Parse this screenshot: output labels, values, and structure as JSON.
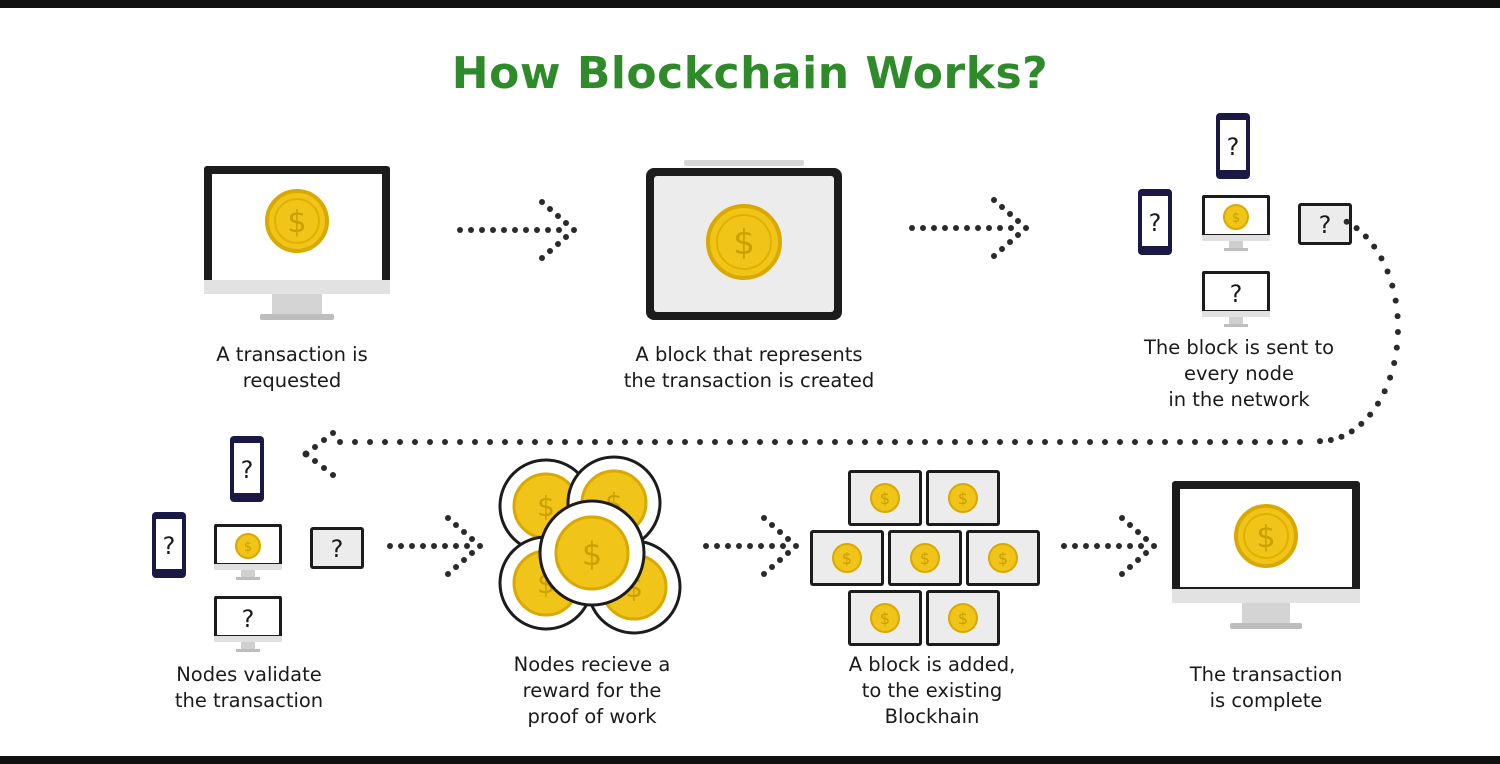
{
  "title": "How Blockchain Works?",
  "colors": {
    "title": "#2f8a2a",
    "coin": "#f0c419",
    "coin_ring": "#d9a900",
    "device_frame": "#1c1c1c",
    "phone_frame": "#1a1844",
    "screen": "#ffffff",
    "dots": "#2a2a2a"
  },
  "steps": [
    {
      "id": "request",
      "label": "A transaction is\nrequested"
    },
    {
      "id": "create-block",
      "label": "A block that represents\nthe transaction is created"
    },
    {
      "id": "broadcast",
      "label": "The block is sent to\nevery node\nin the network"
    },
    {
      "id": "validate",
      "label": "Nodes validate\nthe transaction"
    },
    {
      "id": "reward",
      "label": "Nodes recieve a\nreward for the\nproof of work"
    },
    {
      "id": "add-block",
      "label": "A block is added,\nto the existing\nBlockhain"
    },
    {
      "id": "complete",
      "label": "The transaction\nis complete"
    }
  ],
  "icons": {
    "coin_symbol": "$",
    "unknown_symbol": "?"
  }
}
